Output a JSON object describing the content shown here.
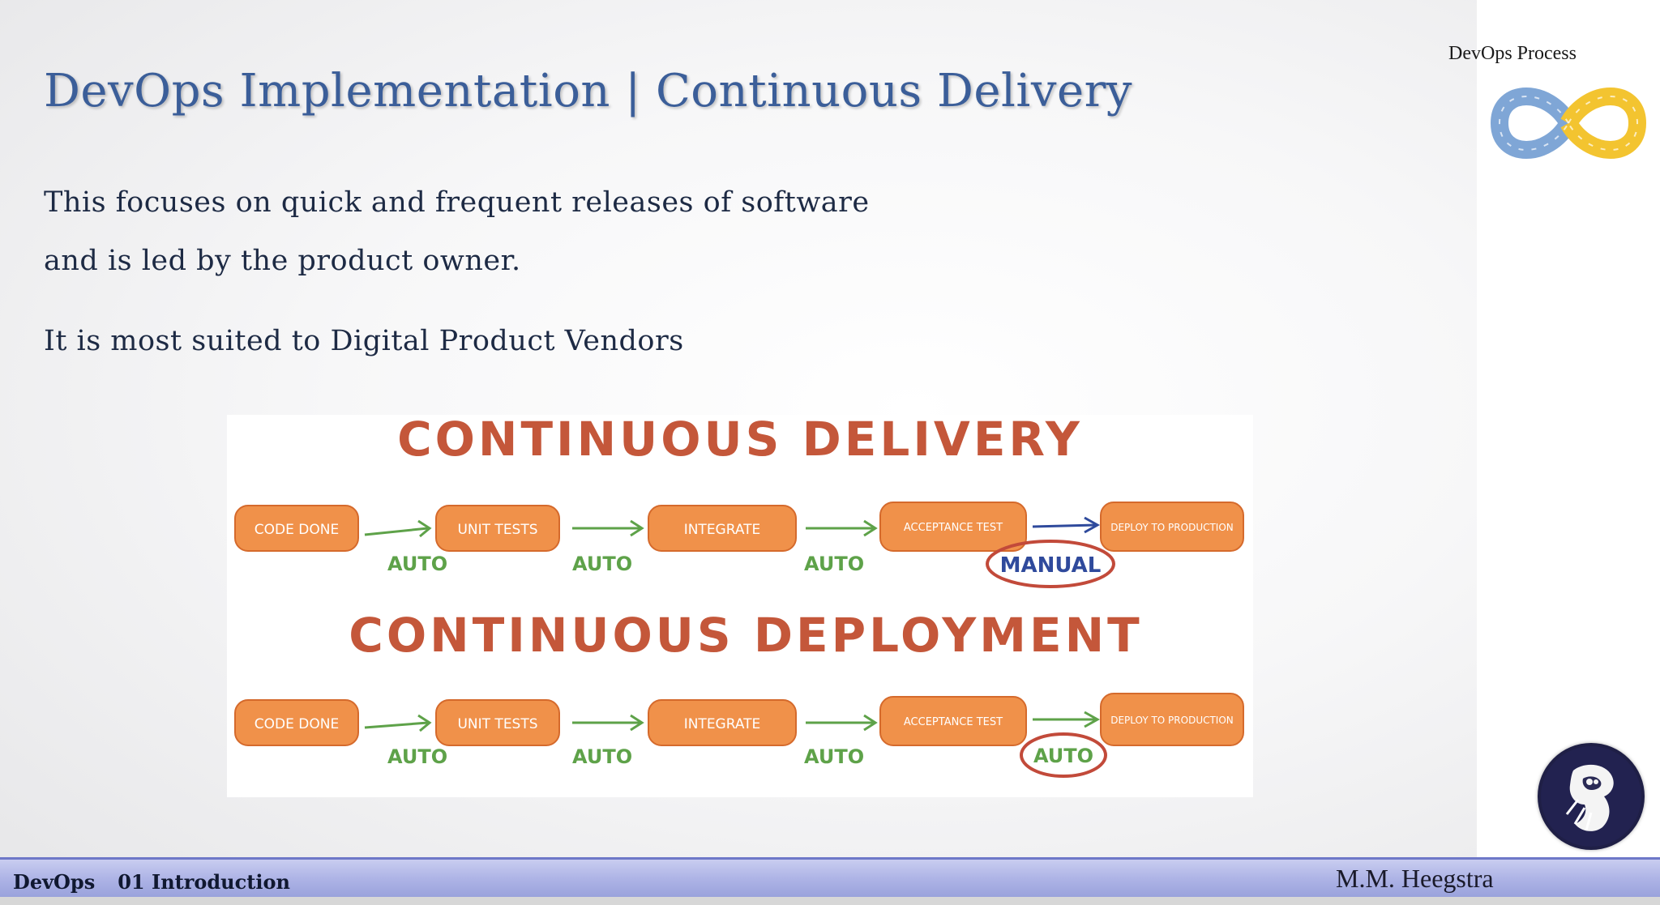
{
  "slide": {
    "title": "DevOps Implementation | Continuous Delivery",
    "paragraph_1_line_1": "This focuses on quick and frequent releases of software",
    "paragraph_1_line_2": "and is led by the product owner.",
    "paragraph_2": "It is most suited to Digital Product Vendors"
  },
  "side": {
    "label": "DevOps Process",
    "logo_icon": "devops-infinity-icon",
    "avatar_icon": "emblem-avatar-icon"
  },
  "diagram": {
    "delivery": {
      "heading": "CONTINUOUS DELIVERY",
      "steps": [
        "CODE DONE",
        "UNIT TESTS",
        "INTEGRATE",
        "ACCEPTANCE TEST",
        "DEPLOY TO PRODUCTION"
      ],
      "transitions": [
        "AUTO",
        "AUTO",
        "AUTO",
        "MANUAL"
      ]
    },
    "deployment": {
      "heading": "CONTINUOUS DEPLOYMENT",
      "steps": [
        "CODE DONE",
        "UNIT TESTS",
        "INTEGRATE",
        "ACCEPTANCE TEST",
        "DEPLOY TO PRODUCTION"
      ],
      "transitions": [
        "AUTO",
        "AUTO",
        "AUTO",
        "AUTO"
      ]
    },
    "colors": {
      "box": "#f0914a",
      "heading": "#c4573a",
      "arrow_auto": "#5ea249",
      "arrow_manual": "#2f4a9c",
      "circle": "#c24a3a"
    }
  },
  "footer": {
    "left_1": "DevOps",
    "left_2": "01 Introduction",
    "right": "M.M. Heegstra"
  }
}
